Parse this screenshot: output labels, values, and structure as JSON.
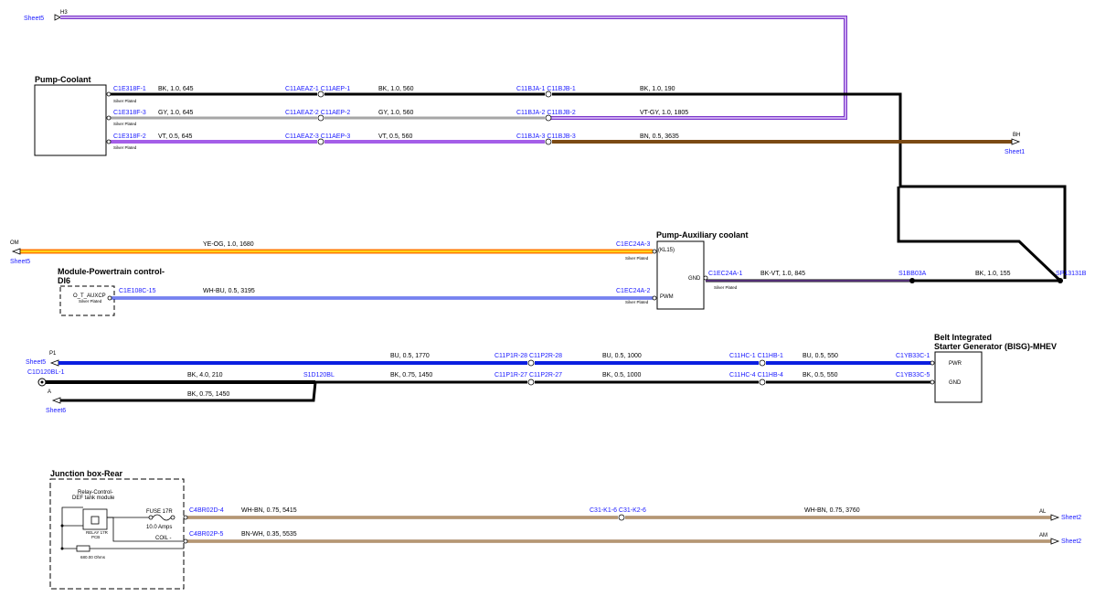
{
  "colors": {
    "black": "#000000",
    "grey": "#a6a6a6",
    "violet": "#a45ee8",
    "violet_edge": "#7a35c9",
    "brown": "#7b4a14",
    "yellow_orange": "#ffc000",
    "orange": "#ff7a00",
    "white": "#ffffff",
    "blue": "#0b1ee0",
    "connector_text": "#1a1aff"
  },
  "sheet_refs": {
    "h3": "H3",
    "sheet5_top": "Sheet5",
    "bh": "BH",
    "sheet1": "Sheet1",
    "om": "OM",
    "sheet5_mid": "Sheet5",
    "sp13131b": "SP13131B",
    "p1": "P1",
    "sheet5_low": "Sheet5",
    "c1d120bl_1": "C1D120BL-1",
    "a": "A",
    "sheet6": "Sheet6",
    "al": "AL",
    "sheet2_a": "Sheet2",
    "am": "AM",
    "sheet2_b": "Sheet2"
  },
  "components": {
    "pump_coolant": "Pump-Coolant",
    "pump_aux": "Pump-Auxiliary coolant",
    "pump_aux_pins": {
      "kl15": "(KL15)",
      "gnd": "GND",
      "pwm": "PWM"
    },
    "module_pcm_line1": "Module-Powertrain control-",
    "module_pcm_line2": "DI6",
    "module_pcm_pin": "O_T_AUXCP",
    "bisg_line1": "Belt Integrated",
    "bisg_line2": "Starter Generator (BISG)-MHEV",
    "bisg_pins": {
      "pwr": "PWR",
      "gnd": "GND"
    },
    "junction_box": "Junction box-Rear",
    "relay_title_1": "Relay-Control-",
    "relay_title_2": "DEF tank module",
    "relay_label": "RELAY 17R",
    "relay_sub": "PCB",
    "resistor": "680.00 Ohms",
    "fuse": "FUSE 17R",
    "fuse_rating": "10.0 Amps",
    "coil": "COIL -"
  },
  "plating": "Silver Plated",
  "wires": [
    {
      "connector": "C1E318F-1",
      "label": "BK, 1.0, 645"
    },
    {
      "connector": "C11AEAZ-1  C11AEP-1",
      "label": "BK, 1.0, 560"
    },
    {
      "connector": "C11BJA-1  C11BJB-1",
      "label": "BK, 1.0, 190"
    },
    {
      "connector": "C1E318F-3",
      "label": "GY, 1.0, 645"
    },
    {
      "connector": "C11AEAZ-2  C11AEP-2",
      "label": "GY, 1.0, 560"
    },
    {
      "connector": "C11BJA-2  C11BJB-2",
      "label": "VT-GY, 1.0, 1805"
    },
    {
      "connector": "C1E318F-2",
      "label": "VT, 0.5, 645"
    },
    {
      "connector": "C11AEAZ-3  C11AEP-3",
      "label": "VT, 0.5, 560"
    },
    {
      "connector": "C11BJA-3  C11BJB-3",
      "label": "BN, 0.5, 3635"
    },
    {
      "connector": "C1EC24A-3",
      "label": "YE-OG, 1.0, 1680"
    },
    {
      "connector": "C1E108C-15",
      "label": "WH-BU, 0.5, 3195"
    },
    {
      "connector": "C1EC24A-2",
      "label": ""
    },
    {
      "connector": "C1EC24A-1",
      "label": "BK-VT, 1.0, 845"
    },
    {
      "connector": "S1BB03A",
      "label": "BK, 1.0, 155"
    },
    {
      "connector": "C11P1R-28  C11P2R-28",
      "label": "BU, 0.5, 1770"
    },
    {
      "connector": "C11HC-1  C11HB-1",
      "label": "BU, 0.5, 1000"
    },
    {
      "connector": "C1YB33C-1",
      "label": "BU, 0.5, 550"
    },
    {
      "connector": "C11P1R-27  C11P2R-27",
      "label": "BK, 0.75, 1450"
    },
    {
      "connector": "C11HC-4  C11HB-4",
      "label": "BK, 0.5, 1000"
    },
    {
      "connector": "C1YB33C-5",
      "label": "BK, 0.5, 550"
    },
    {
      "connector": "S1D120BL",
      "label": "BK, 4.0, 210"
    },
    {
      "connector": "",
      "label": "BK, 0.75, 1450"
    },
    {
      "connector": "C4BR02D-4",
      "label": "WH-BN, 0.75, 5415"
    },
    {
      "connector": "C31-K1-6  C31-K2-6",
      "label": "WH-BN, 0.75, 3760"
    },
    {
      "connector": "C4BR02P-5",
      "label": "BN-WH, 0.35, 5535"
    }
  ]
}
